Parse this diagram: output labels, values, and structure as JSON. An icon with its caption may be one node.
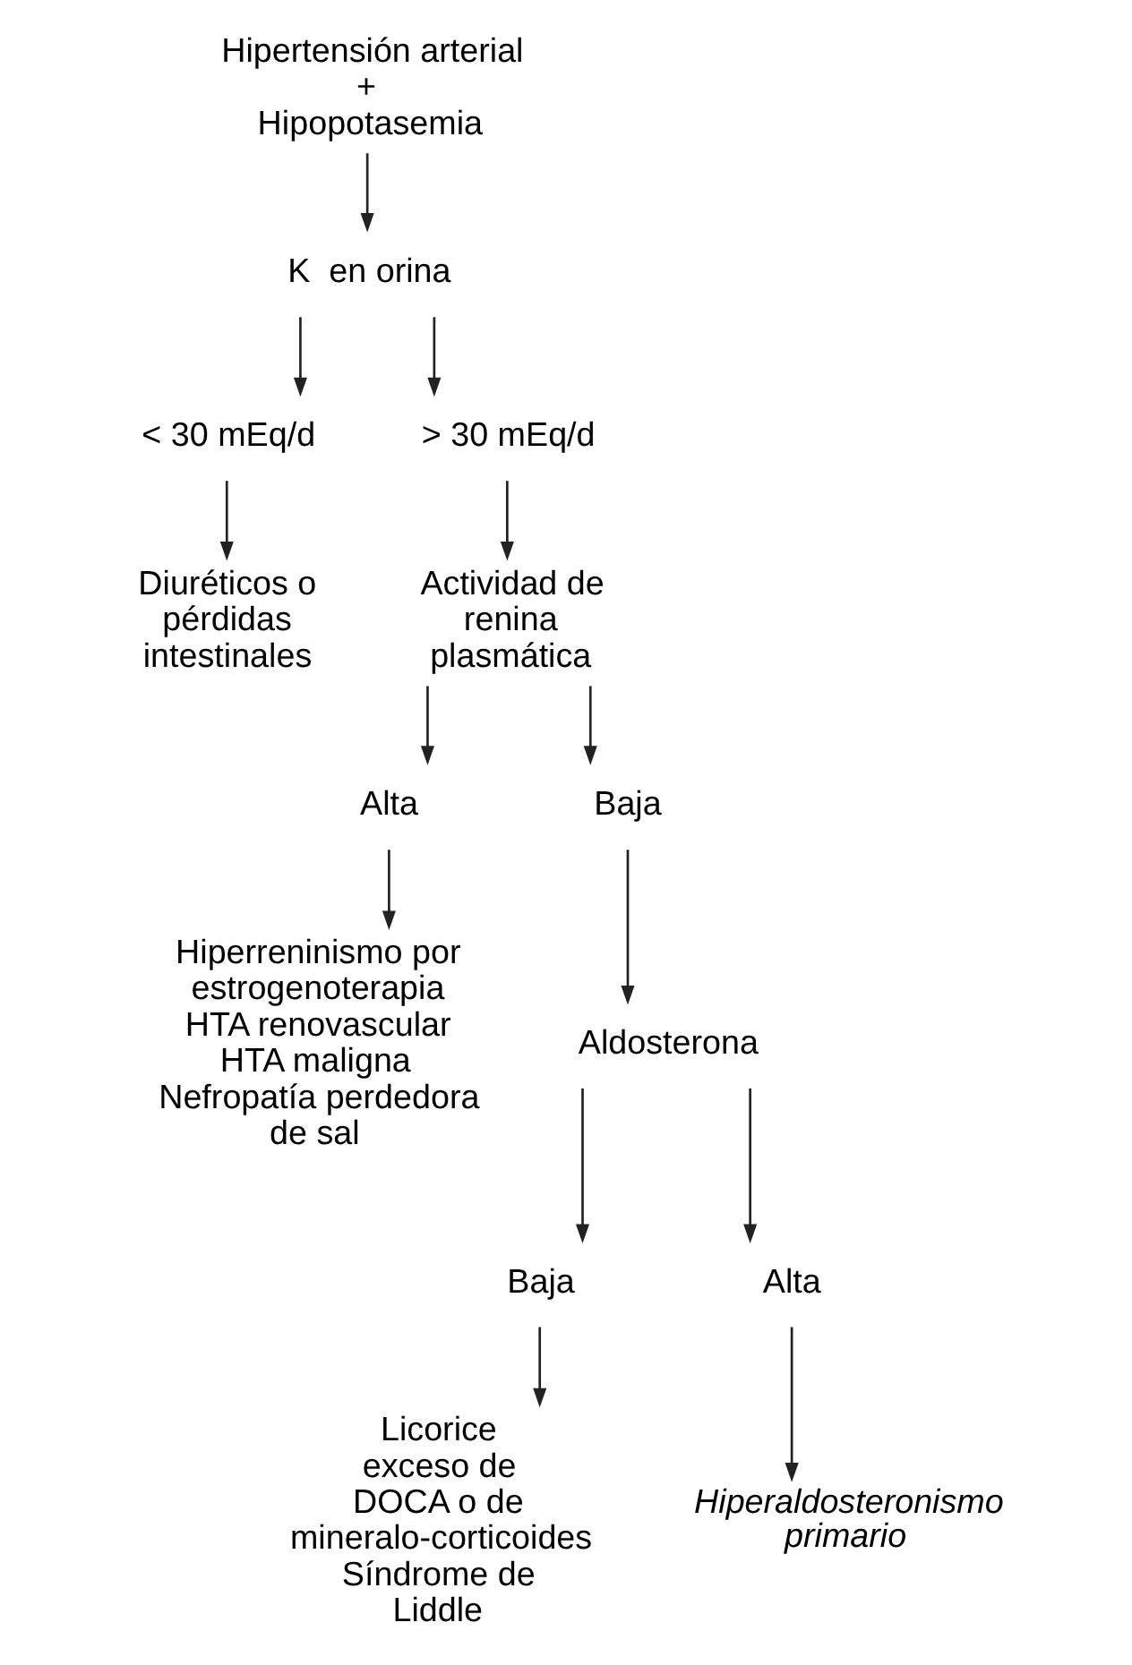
{
  "diagram": {
    "nodes": [
      {
        "text": [
          "Hipertensión arterial",
          "+",
          "Hipopotasemia"
        ]
      },
      {
        "text": [
          "K  en orina"
        ]
      },
      {
        "text": [
          "< 30 mEq/d"
        ]
      },
      {
        "text": [
          "> 30 mEq/d"
        ]
      },
      {
        "text": [
          "Diuréticos o pérdidas intestinales"
        ]
      },
      {
        "text": [
          "Actividad de renina plasmática"
        ]
      },
      {
        "text": [
          "Alta"
        ]
      },
      {
        "text": [
          "Baja"
        ]
      },
      {
        "text": [
          "Hiperreninismo por estrogenoterapia",
          "HTA renovascular",
          "HTA maligna",
          "Nefropatía perdedora de sal"
        ]
      },
      {
        "text": [
          "Aldosterona"
        ]
      },
      {
        "text": [
          "Baja"
        ]
      },
      {
        "text": [
          "Alta"
        ]
      },
      {
        "text": [
          "Licorice",
          "exceso de DOCA o de mineralo-corticoides",
          "Síndrome de Liddle"
        ]
      },
      {
        "text": [
          "Hiperaldosteronismo primario"
        ]
      }
    ],
    "edges": [
      {
        "from": 0,
        "to": 1,
        "arrow": "to"
      },
      {
        "from": 1,
        "to": 2,
        "arrow": "to"
      },
      {
        "from": 1,
        "to": 3,
        "arrow": "to"
      },
      {
        "from": 2,
        "to": 4,
        "arrow": "to"
      },
      {
        "from": 3,
        "to": 5,
        "arrow": "to"
      },
      {
        "from": 5,
        "to": 6,
        "arrow": "to"
      },
      {
        "from": 5,
        "to": 7,
        "arrow": "to"
      },
      {
        "from": 6,
        "to": 8,
        "arrow": "to"
      },
      {
        "from": 7,
        "to": 9,
        "arrow": "to"
      },
      {
        "from": 9,
        "to": 10,
        "arrow": "to"
      },
      {
        "from": 9,
        "to": 11,
        "arrow": "to"
      },
      {
        "from": 10,
        "to": 12,
        "arrow": "to"
      },
      {
        "from": 11,
        "to": 13,
        "arrow": "to"
      }
    ]
  }
}
